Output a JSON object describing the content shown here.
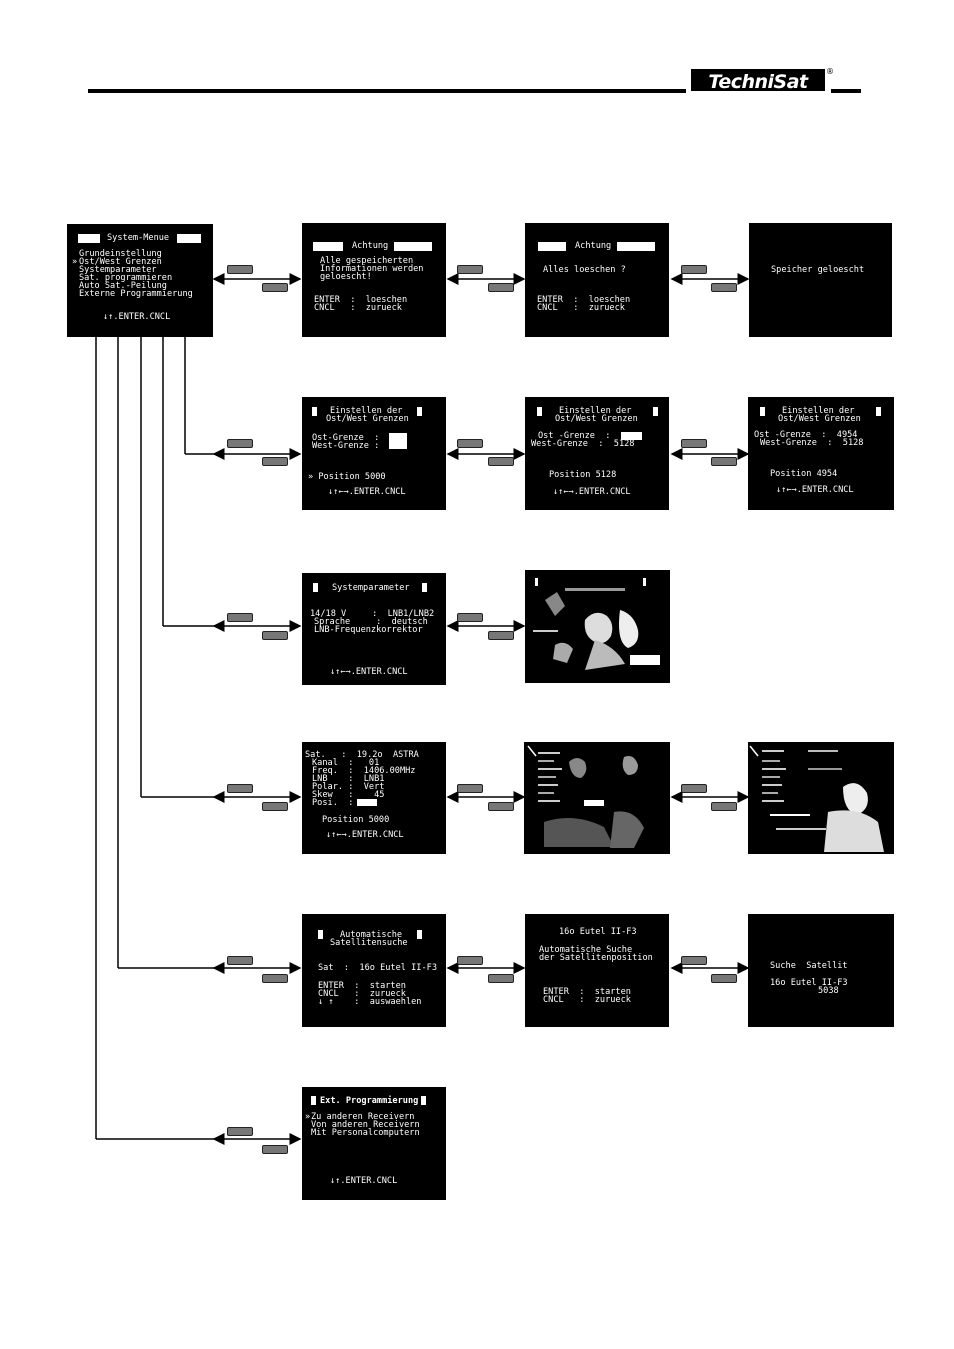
{
  "brand": "TechniSat",
  "brand_mark": "®",
  "screens": {
    "system_menu": {
      "title": "System-Menue",
      "items": [
        "Grundeinstellung",
        "Ost/West Grenzen",
        "Systemparameter",
        "Sat. programmieren",
        "Auto Sat.-Peilung",
        "Externe Programmierung"
      ],
      "selected_marker": "»",
      "footer": "↓↑.ENTER.CNCL"
    },
    "achtung1": {
      "title": "Achtung",
      "lines": [
        "Alle gespeicherten",
        "Informationen werden",
        "geloescht!"
      ],
      "opt1": "ENTER  :  loeschen",
      "opt2": "CNCL   :  zurueck"
    },
    "achtung2": {
      "title": "Achtung",
      "question": "Alles loeschen ?",
      "opt1": "ENTER  :  loeschen",
      "opt2": "CNCL   :  zurueck"
    },
    "deleted": {
      "text": "Speicher geloescht"
    },
    "ostwest1": {
      "title1": "Einstellen der",
      "title2": "Ost/West Grenzen",
      "ost": "Ost-Grenze  :",
      "west": "West-Grenze :",
      "position": "Position 5000",
      "footer": "↓↑←→.ENTER.CNCL"
    },
    "ostwest2": {
      "title1": "Einstellen der",
      "title2": "Ost/West Grenzen",
      "ost": "Ost -Grenze  :",
      "west": "West-Grenze  :  5128",
      "position": "Position 5128",
      "footer": "↓↑←→.ENTER.CNCL"
    },
    "ostwest3": {
      "title1": "Einstellen der",
      "title2": "Ost/West Grenzen",
      "ost": "Ost -Grenze  :  4954",
      "west": "West-Grenze  :  5128",
      "position": "Position 4954",
      "footer": "↓↑←→.ENTER.CNCL"
    },
    "systemparam": {
      "title": "Systemparameter",
      "row1": "14/18 V     :  LNB1/LNB2",
      "row2": "Sprache     :  deutsch",
      "row3": "LNB-Frequenzkorrektor",
      "footer": "↓↑←→.ENTER.CNCL"
    },
    "satprog": {
      "rows": [
        "Sat.   :  19.2o  ASTRA",
        "Kanal  :   01",
        "Freq.  :  1406.00MHz",
        "LNB    :  LNB1",
        "Polar. :  Vert",
        "Skew   :    45",
        "Posi.  :"
      ],
      "position": "Position 5000",
      "footer": "↓↑←→.ENTER.CNCL"
    },
    "autosat1": {
      "title1": "Automatische",
      "title2": "Satellitensuche",
      "sat": "Sat  :  16o Eutel II-F3",
      "opt1": "ENTER  :  starten",
      "opt2": "CNCL   :  zurueck",
      "opt3": "↓ ↑    :  auswaehlen"
    },
    "autosat2": {
      "head": "16o Eutel II-F3",
      "l1": "Automatische Suche",
      "l2": "der Satellitenposition",
      "opt1": "ENTER  :  starten",
      "opt2": "CNCL   :  zurueck"
    },
    "autosat3": {
      "l1": "Suche  Satellit",
      "l2": "16o Eutel II-F3",
      "l3": "5038"
    },
    "extprog": {
      "title": "Ext. Programmierung",
      "items": [
        "Zu anderen Receivern",
        "Von anderen Receivern",
        "Mit Personalcomputern"
      ],
      "footer": "↓↑.ENTER.CNCL"
    }
  }
}
